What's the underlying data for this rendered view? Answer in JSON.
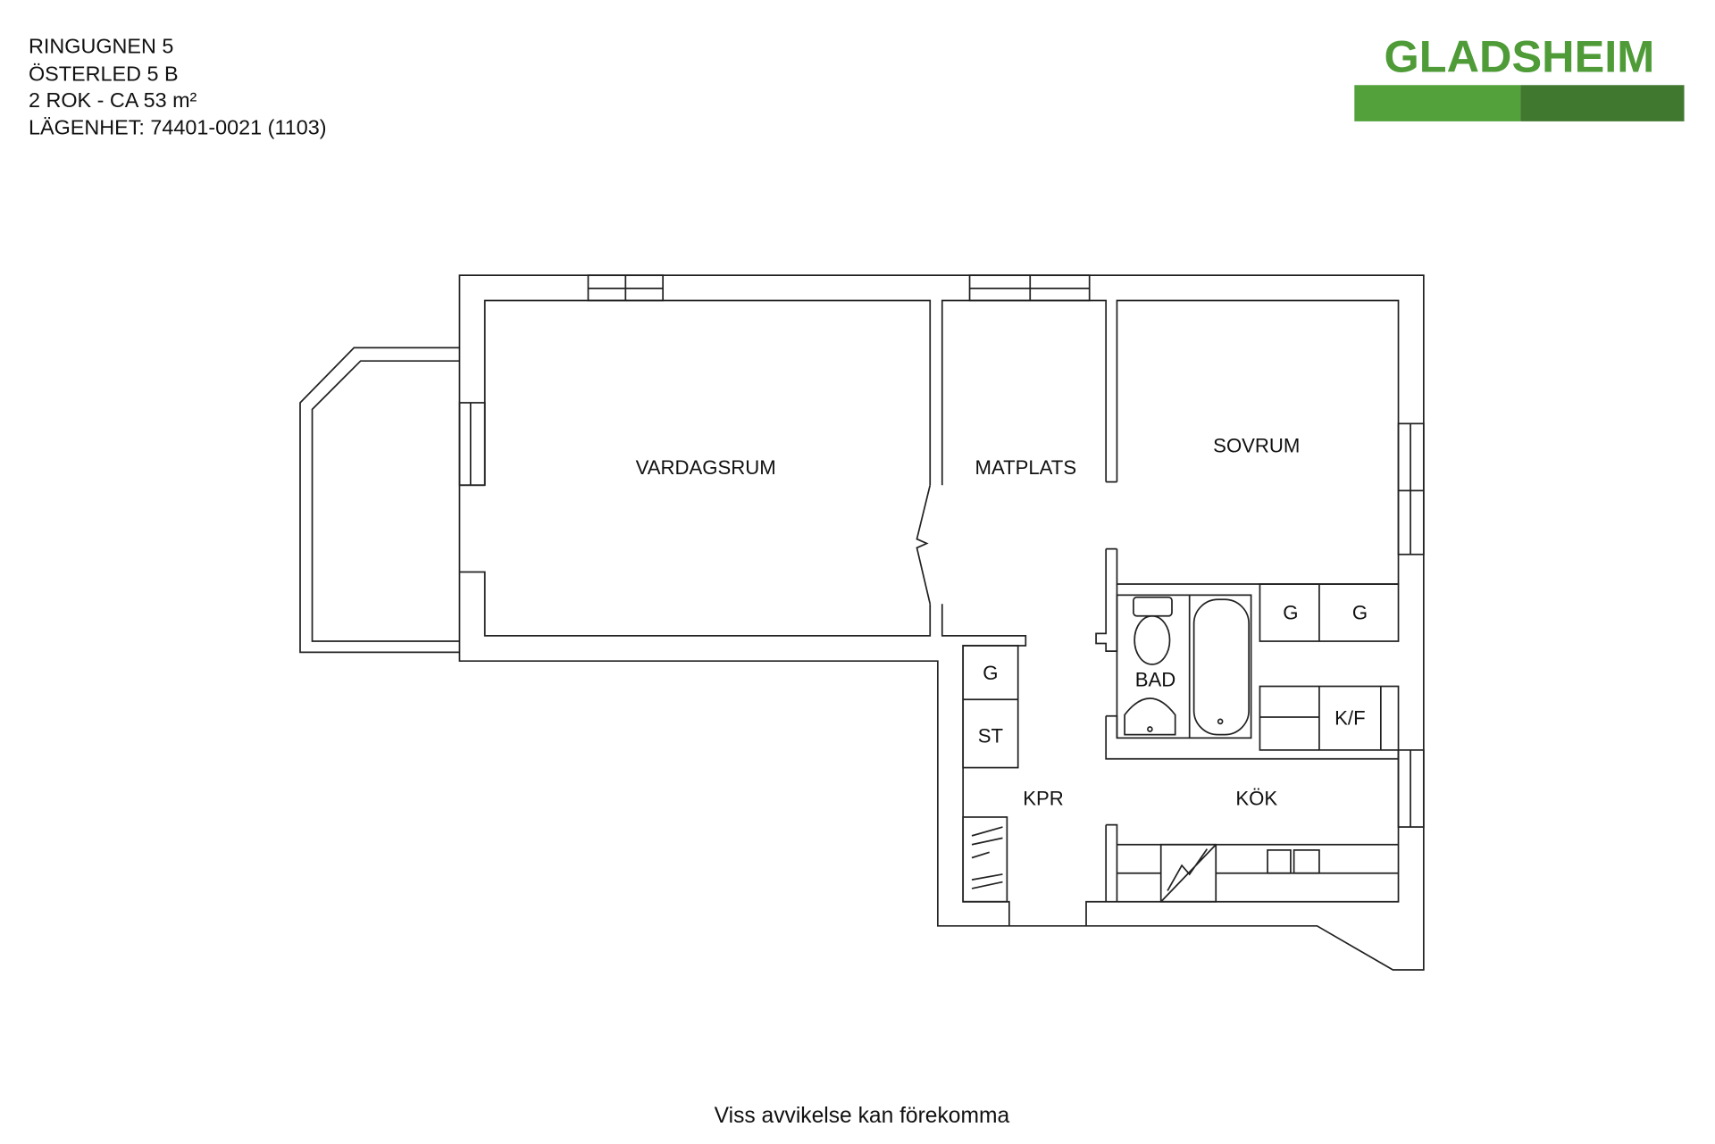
{
  "header": {
    "lines": [
      "RINGUGNEN 5",
      "ÖSTERLED 5 B",
      "2 ROK - CA 53 m²",
      "LÄGENHET:  74401-0021 (1103)"
    ]
  },
  "logo": {
    "text": "GLADSHEIM",
    "colors": {
      "text": "#4e9b38",
      "bar_light": "#53a13b",
      "bar_dark": "#41782f"
    }
  },
  "rooms": {
    "vardagsrum": "VARDAGSRUM",
    "matplats": "MATPLATS",
    "sovrum": "SOVRUM",
    "bad": "BAD",
    "closet_g1": "G",
    "closet_g2": "G",
    "kf": "K/F",
    "closet_g3": "G",
    "st": "ST",
    "kpr": "KPR",
    "kok": "KÖK"
  },
  "footer": {
    "disclaimer": "Viss avvikelse kan förekomma"
  }
}
